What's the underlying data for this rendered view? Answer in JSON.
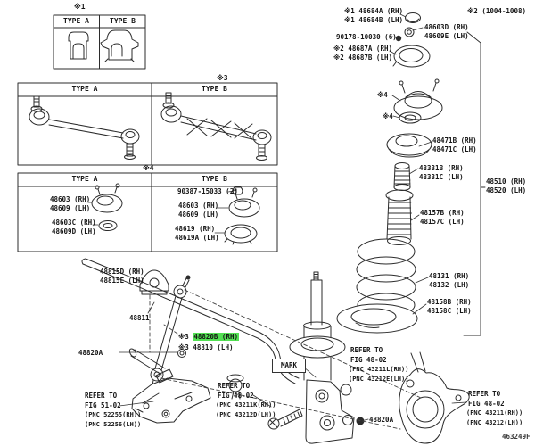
{
  "colors": {
    "highlight": "#53e053"
  },
  "insets": {
    "box1": {
      "marker": "※1",
      "col_a": "TYPE A",
      "col_b": "TYPE B"
    },
    "box3": {
      "marker": "※3",
      "col_a": "TYPE A",
      "col_b": "TYPE B"
    },
    "box4": {
      "marker": "※4",
      "col_a": "TYPE A",
      "col_b": "TYPE B",
      "labels": {
        "a_mount": "48603 (RH)\n48609 (LH)",
        "a_ring": "48603C (RH)\n48609D (LH)",
        "b_clip": "90387-15033 (2)",
        "b_mount": "48603 (RH)\n48609 (LH)",
        "b_seal": "48619 (RH)\n48619A (LH)"
      }
    }
  },
  "callouts": {
    "cap": "※1 48684A (RH)\n※1 48684B (LH)",
    "note_1004": "※2 (1004-1008)",
    "bearing": "48603D (RH)\n48609E (LH)",
    "flange_nut": "90178-10030 (6)",
    "seal": "※2 48687A (RH)\n※2 48687B (LH)",
    "marker_support": "※4",
    "marker_ring": "※4",
    "upper_seat": "48471B (RH)\n48471C (LH)",
    "bump_stop": "48331B (RH)\n48331C (LH)",
    "strut_assy": "48510 (RH)\n48520 (LH)",
    "dust_boot": "48157B (RH)\n48157C (LH)",
    "coil_spring": "48131 (RH)\n48132 (LH)",
    "lower_seat": "48158B (RH)\n48158C (LH)",
    "bar_bushing": "48815D (RH)\n48815E (LH)",
    "stabilizer_bar": "48811",
    "link_nut_left": "48820A",
    "link_prefix": "※3 ",
    "link_rh": "48820B (RH)",
    "link_lh": "※3 48810 (LH)",
    "mark": "MARK",
    "link_nut_right": "48820A",
    "diagram_code": "463249F"
  },
  "refers": {
    "arm": {
      "head": "REFER TO\nFIG 51-02",
      "pnc": "(PNC 52255(RH))\n(PNC 52256(LH))"
    },
    "bracket": {
      "head": "REFER TO\nFIG 48-02",
      "pnc": "(PNC 43211K(RH))\n(PNC 43212D(LH))"
    },
    "strut": {
      "head": "REFER TO\nFIG 48-02",
      "pnc": "(PNC 43211L(RH))\n(PNC 43212E(LH))"
    },
    "knuckle": {
      "head": "REFER TO\nFIG 48-02",
      "pnc": "(PNC 43211(RH))\n(PNC 43212(LH))"
    }
  }
}
